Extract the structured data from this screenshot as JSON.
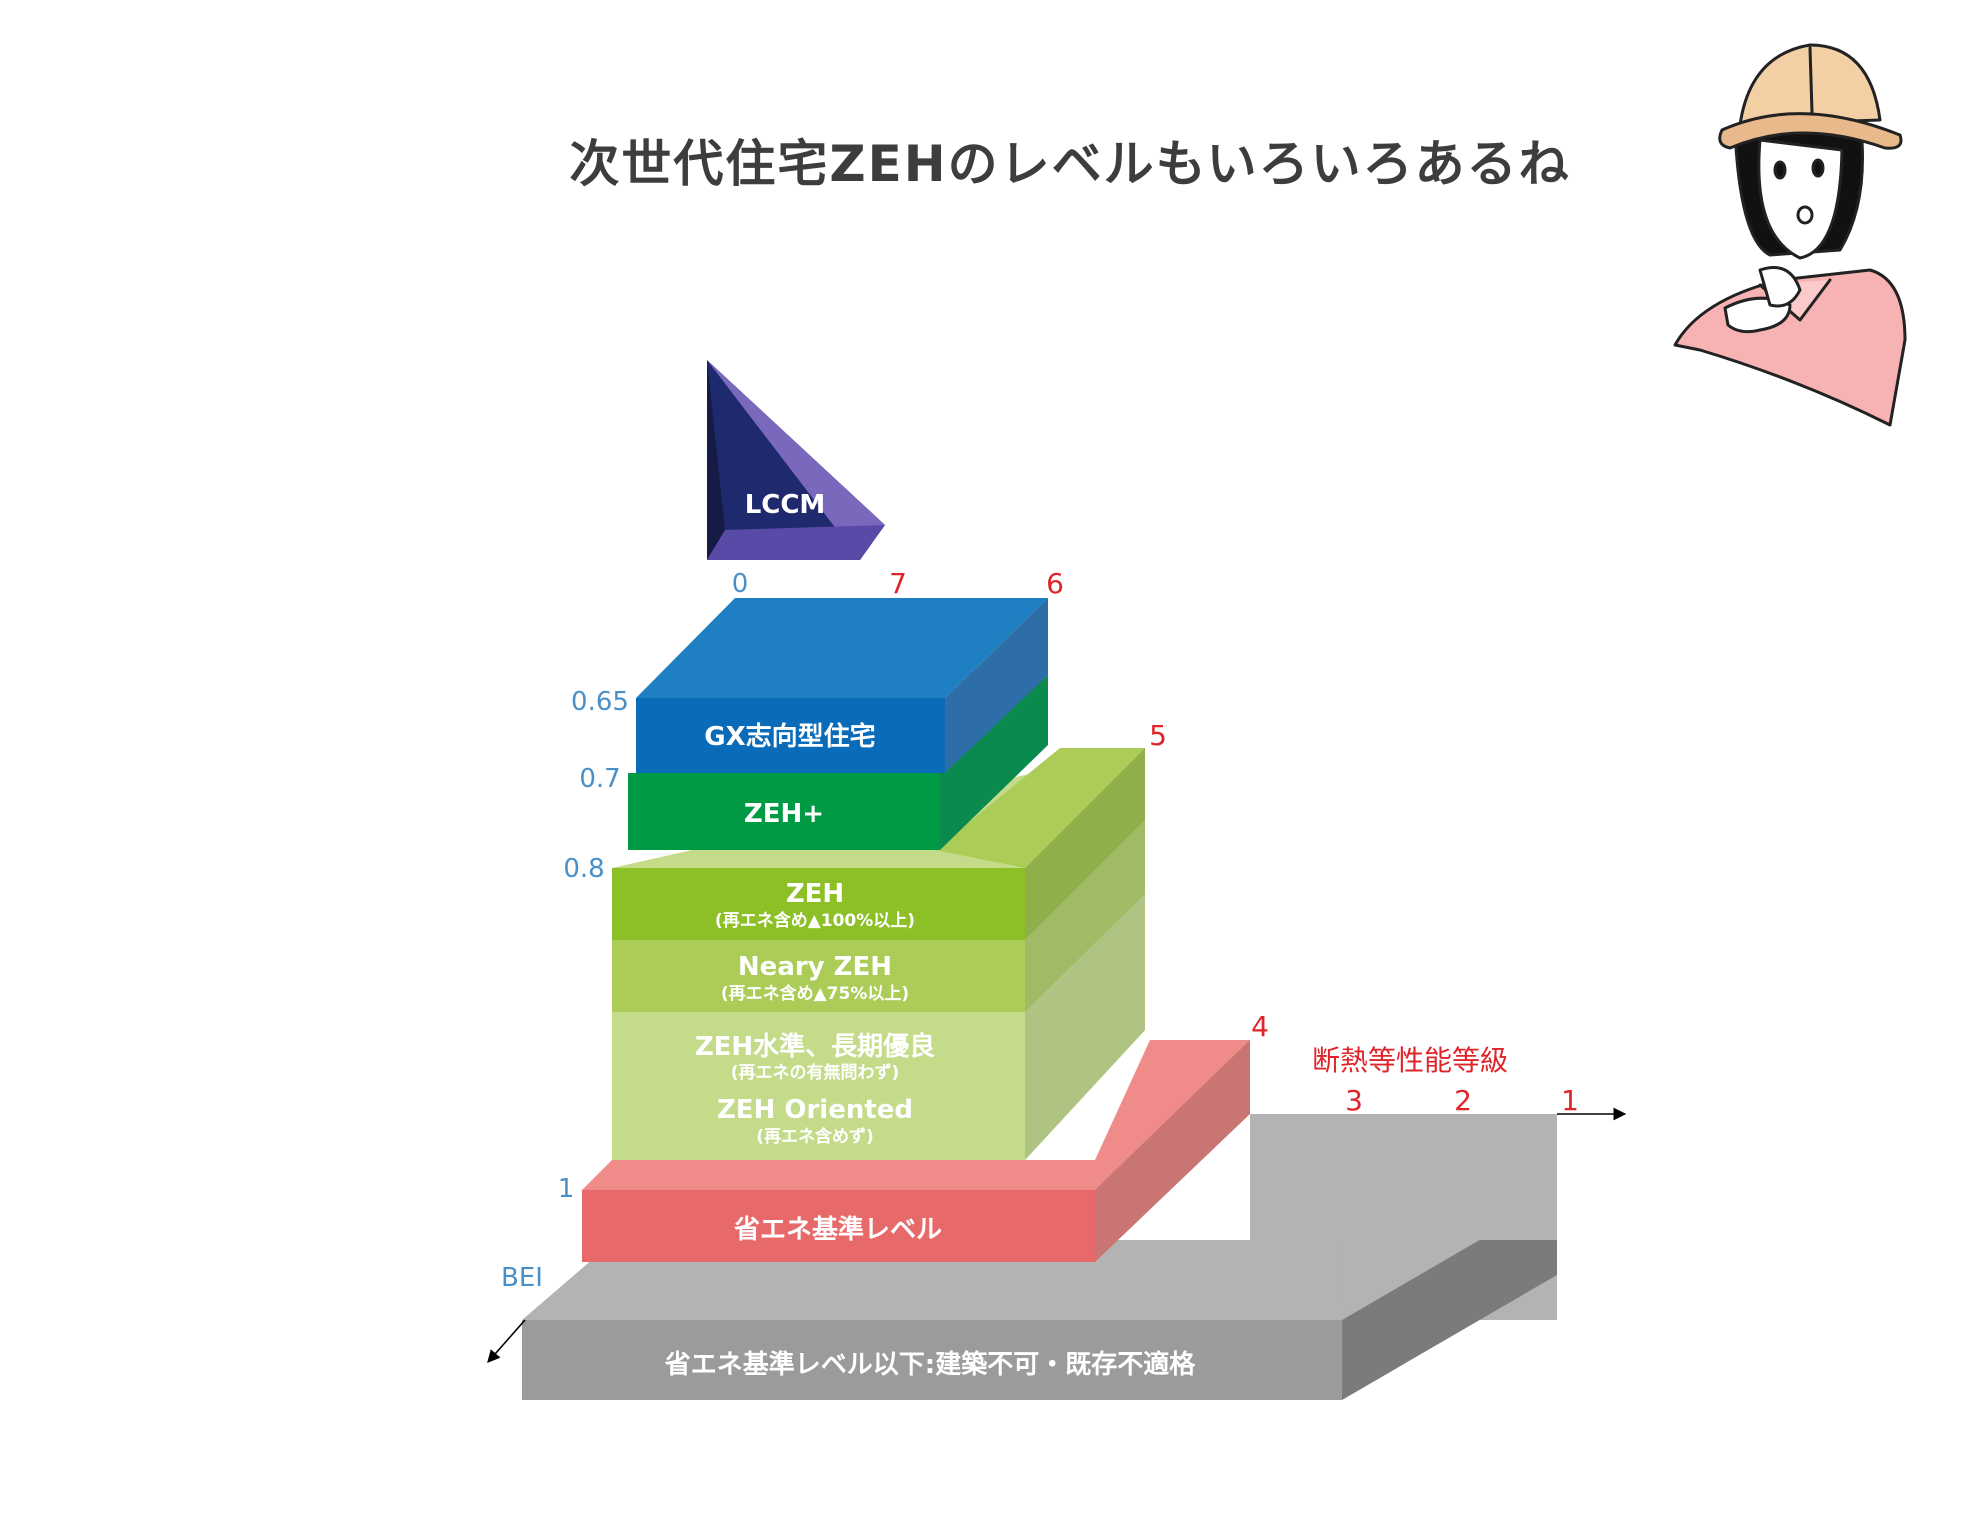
{
  "title": "次世代住宅ZEHのレベルもいろいろあるね",
  "lccm": "LCCM",
  "levels": {
    "gx": "GX志向型住宅",
    "zeh_plus": "ZEH+",
    "zeh": "ZEH",
    "zeh_note": "(再エネ含め▲100%以上)",
    "neary": "Neary ZEH",
    "neary_note": "(再エネ含め▲75%以上)",
    "zeh_std": "ZEH水準、長期優良",
    "zeh_std_note": "(再エネの有無問わず)",
    "oriented": "ZEH Oriented",
    "oriented_note": "(再エネ含めず)",
    "shoene": "省エネ基準レベル",
    "below": "省エネ基準レベル以下:建築不可・既存不適格"
  },
  "bei_axis": {
    "label": "BEI",
    "ticks": [
      "0",
      "0.65",
      "0.7",
      "0.8",
      "1"
    ]
  },
  "insulation_axis": {
    "label": "断熱等性能等級",
    "ticks": [
      "7",
      "6",
      "5",
      "4",
      "3",
      "2",
      "1"
    ]
  },
  "colors": {
    "gx": "#1e7fc2",
    "zeh_plus": "#009a44",
    "zeh": "#8cc026",
    "neary": "#abcd58",
    "oriented": "#c4dc89",
    "shoene": "#e86a6b",
    "below": "#9b9b9b",
    "lccm": "#5a4aa8",
    "axis_blue": "#4a90c8",
    "axis_red": "#e0252a"
  }
}
